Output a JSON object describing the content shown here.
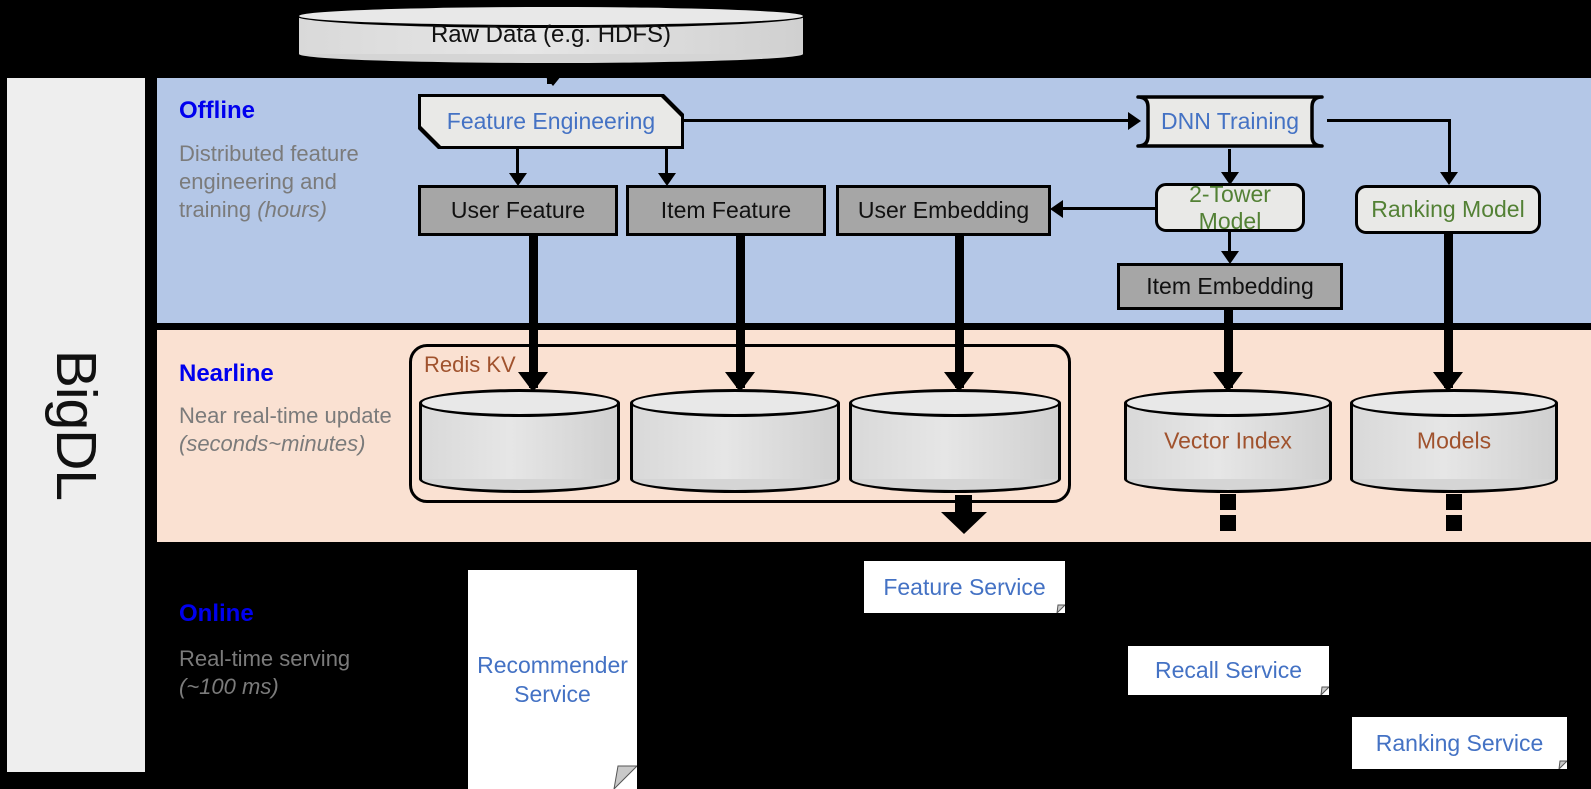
{
  "rail": {
    "label": "BigDL"
  },
  "source": {
    "label": "Raw Data (e.g. HDFS)"
  },
  "bands": [
    {
      "key": "offline",
      "title": "Offline",
      "desc_line1": "Distributed feature engineering and training ",
      "desc_em": "(hours)"
    },
    {
      "key": "nearline",
      "title": "Nearline",
      "desc_line1": "Near real-time update ",
      "desc_em": "(seconds~minutes)"
    },
    {
      "key": "online",
      "title": "Online",
      "desc_line1": "Real-time serving ",
      "desc_em": "(~100 ms)"
    }
  ],
  "offline": {
    "feature_engineering": "Feature Engineering",
    "dnn_training": "DNN Training",
    "user_feature": "User Feature",
    "item_feature": "Item Feature",
    "user_embedding": "User Embedding",
    "two_tower_model": "2-Tower Model",
    "ranking_model": "Ranking Model",
    "item_embedding": "Item Embedding"
  },
  "nearline": {
    "redis_label": "Redis KV",
    "store_user_feature": "",
    "store_item_feature": "",
    "store_user_embedding": "",
    "vector_index": "Vector Index",
    "models": "Models"
  },
  "online": {
    "recommender_service": "Recommender Service",
    "feature_service": "Feature Service",
    "recall_service": "Recall Service",
    "ranking_service": "Ranking Service"
  },
  "colors": {
    "offline_band": "#b4c7e7",
    "nearline_band": "#fae1d2",
    "online_band": "#000000",
    "heading_blue": "#0000ee",
    "desc_grey": "#7b7b7b",
    "node_blue_text": "#4472c4",
    "node_green_text": "#538135",
    "cyl_label_brown": "#a0522d",
    "grey_node": "#a6a6a6",
    "light_node": "#e9e9e7",
    "rail_bg": "#eeeeee"
  }
}
